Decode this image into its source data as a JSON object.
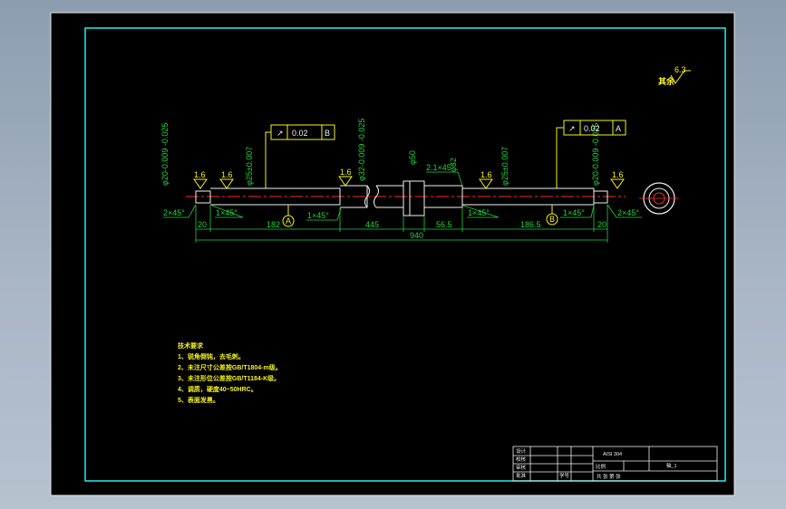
{
  "colors": {
    "background": "#000000",
    "frame": "#1ff0f0",
    "dimension": "#22d13d",
    "outline": "#f2f2f2",
    "annotation": "#f5f21c",
    "centerline": "#ff2a2a"
  },
  "roughness": {
    "general": {
      "value": "6.3",
      "label": "其余"
    },
    "surfaces": [
      "1.6",
      "1.6",
      "1.6",
      "1.6",
      "1.6"
    ]
  },
  "tolerance_frames": [
    {
      "symbol": "↗",
      "value": "0.02",
      "datum": "B"
    },
    {
      "symbol": "↗",
      "value": "0.02",
      "datum": "A"
    }
  ],
  "diameters": {
    "left_end": "φ20-0.009 -0.025",
    "left_bearing": "φ25±0.007",
    "left_shoulder": "φ32-0.009 -0.025",
    "collar": "φ50",
    "right_shoulder": "φ32",
    "right_bearing": "φ25±0.007",
    "right_end": "φ20-0.009 -0.025"
  },
  "chamfers": {
    "left_end": "2×45°",
    "left_bearing": "1×45°",
    "left_shoulder": "1×45°",
    "collar_right": "2.1×45°",
    "right_bearing": "1×45°",
    "right_shoulder": "1×45°",
    "right_end": "2×45°"
  },
  "dimensions": {
    "seg1": "20",
    "seg2": "182",
    "seg3": "445",
    "seg4": "56.5",
    "seg5": "186.5",
    "seg6": "20",
    "total": "940"
  },
  "datums": [
    "A",
    "B"
  ],
  "technical_requirements": {
    "title": "技术要求",
    "items": [
      "1、锐角倒钝，去毛刺。",
      "2、未注尺寸公差按GB/T1804-m级。",
      "3、未注形位公差按GB/T1184-K级。",
      "4、调质，硬度40~50HRC。",
      "5、表面发黑。"
    ]
  },
  "title_block": {
    "material": "AISI 304",
    "drawing_title": "轴_1",
    "ratio_label": "比例",
    "rows": [
      "设计",
      "校核",
      "审核",
      "批准"
    ],
    "bottom_note": "共 张 第 张",
    "mark_label": "学号"
  }
}
